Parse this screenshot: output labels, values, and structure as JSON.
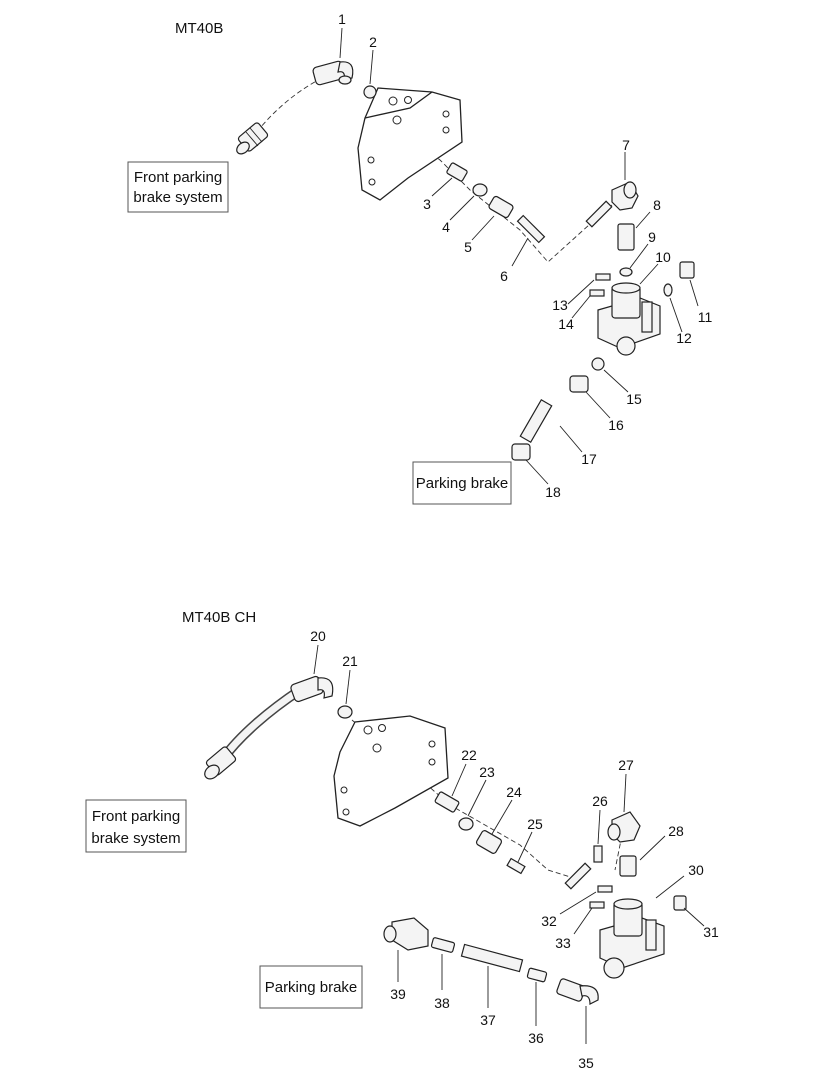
{
  "sections": [
    {
      "title": "MT40B",
      "callouts": [
        "Front parking\nbrake system",
        "Parking brake"
      ],
      "part_numbers": [
        "1",
        "2",
        "3",
        "4",
        "5",
        "6",
        "7",
        "8",
        "9",
        "10",
        "11",
        "12",
        "13",
        "14",
        "15",
        "16",
        "17",
        "18"
      ]
    },
    {
      "title": "MT40B CH",
      "callouts": [
        "Front parking\nbrake system",
        "Parking brake"
      ],
      "part_numbers": [
        "20",
        "21",
        "22",
        "23",
        "24",
        "25",
        "26",
        "27",
        "28",
        "30",
        "31",
        "32",
        "33",
        "35",
        "36",
        "37",
        "38",
        "39"
      ]
    }
  ],
  "labels": {
    "front_parking_line1": "Front parking",
    "front_parking_line2": "brake system",
    "parking_brake": "Parking brake"
  }
}
